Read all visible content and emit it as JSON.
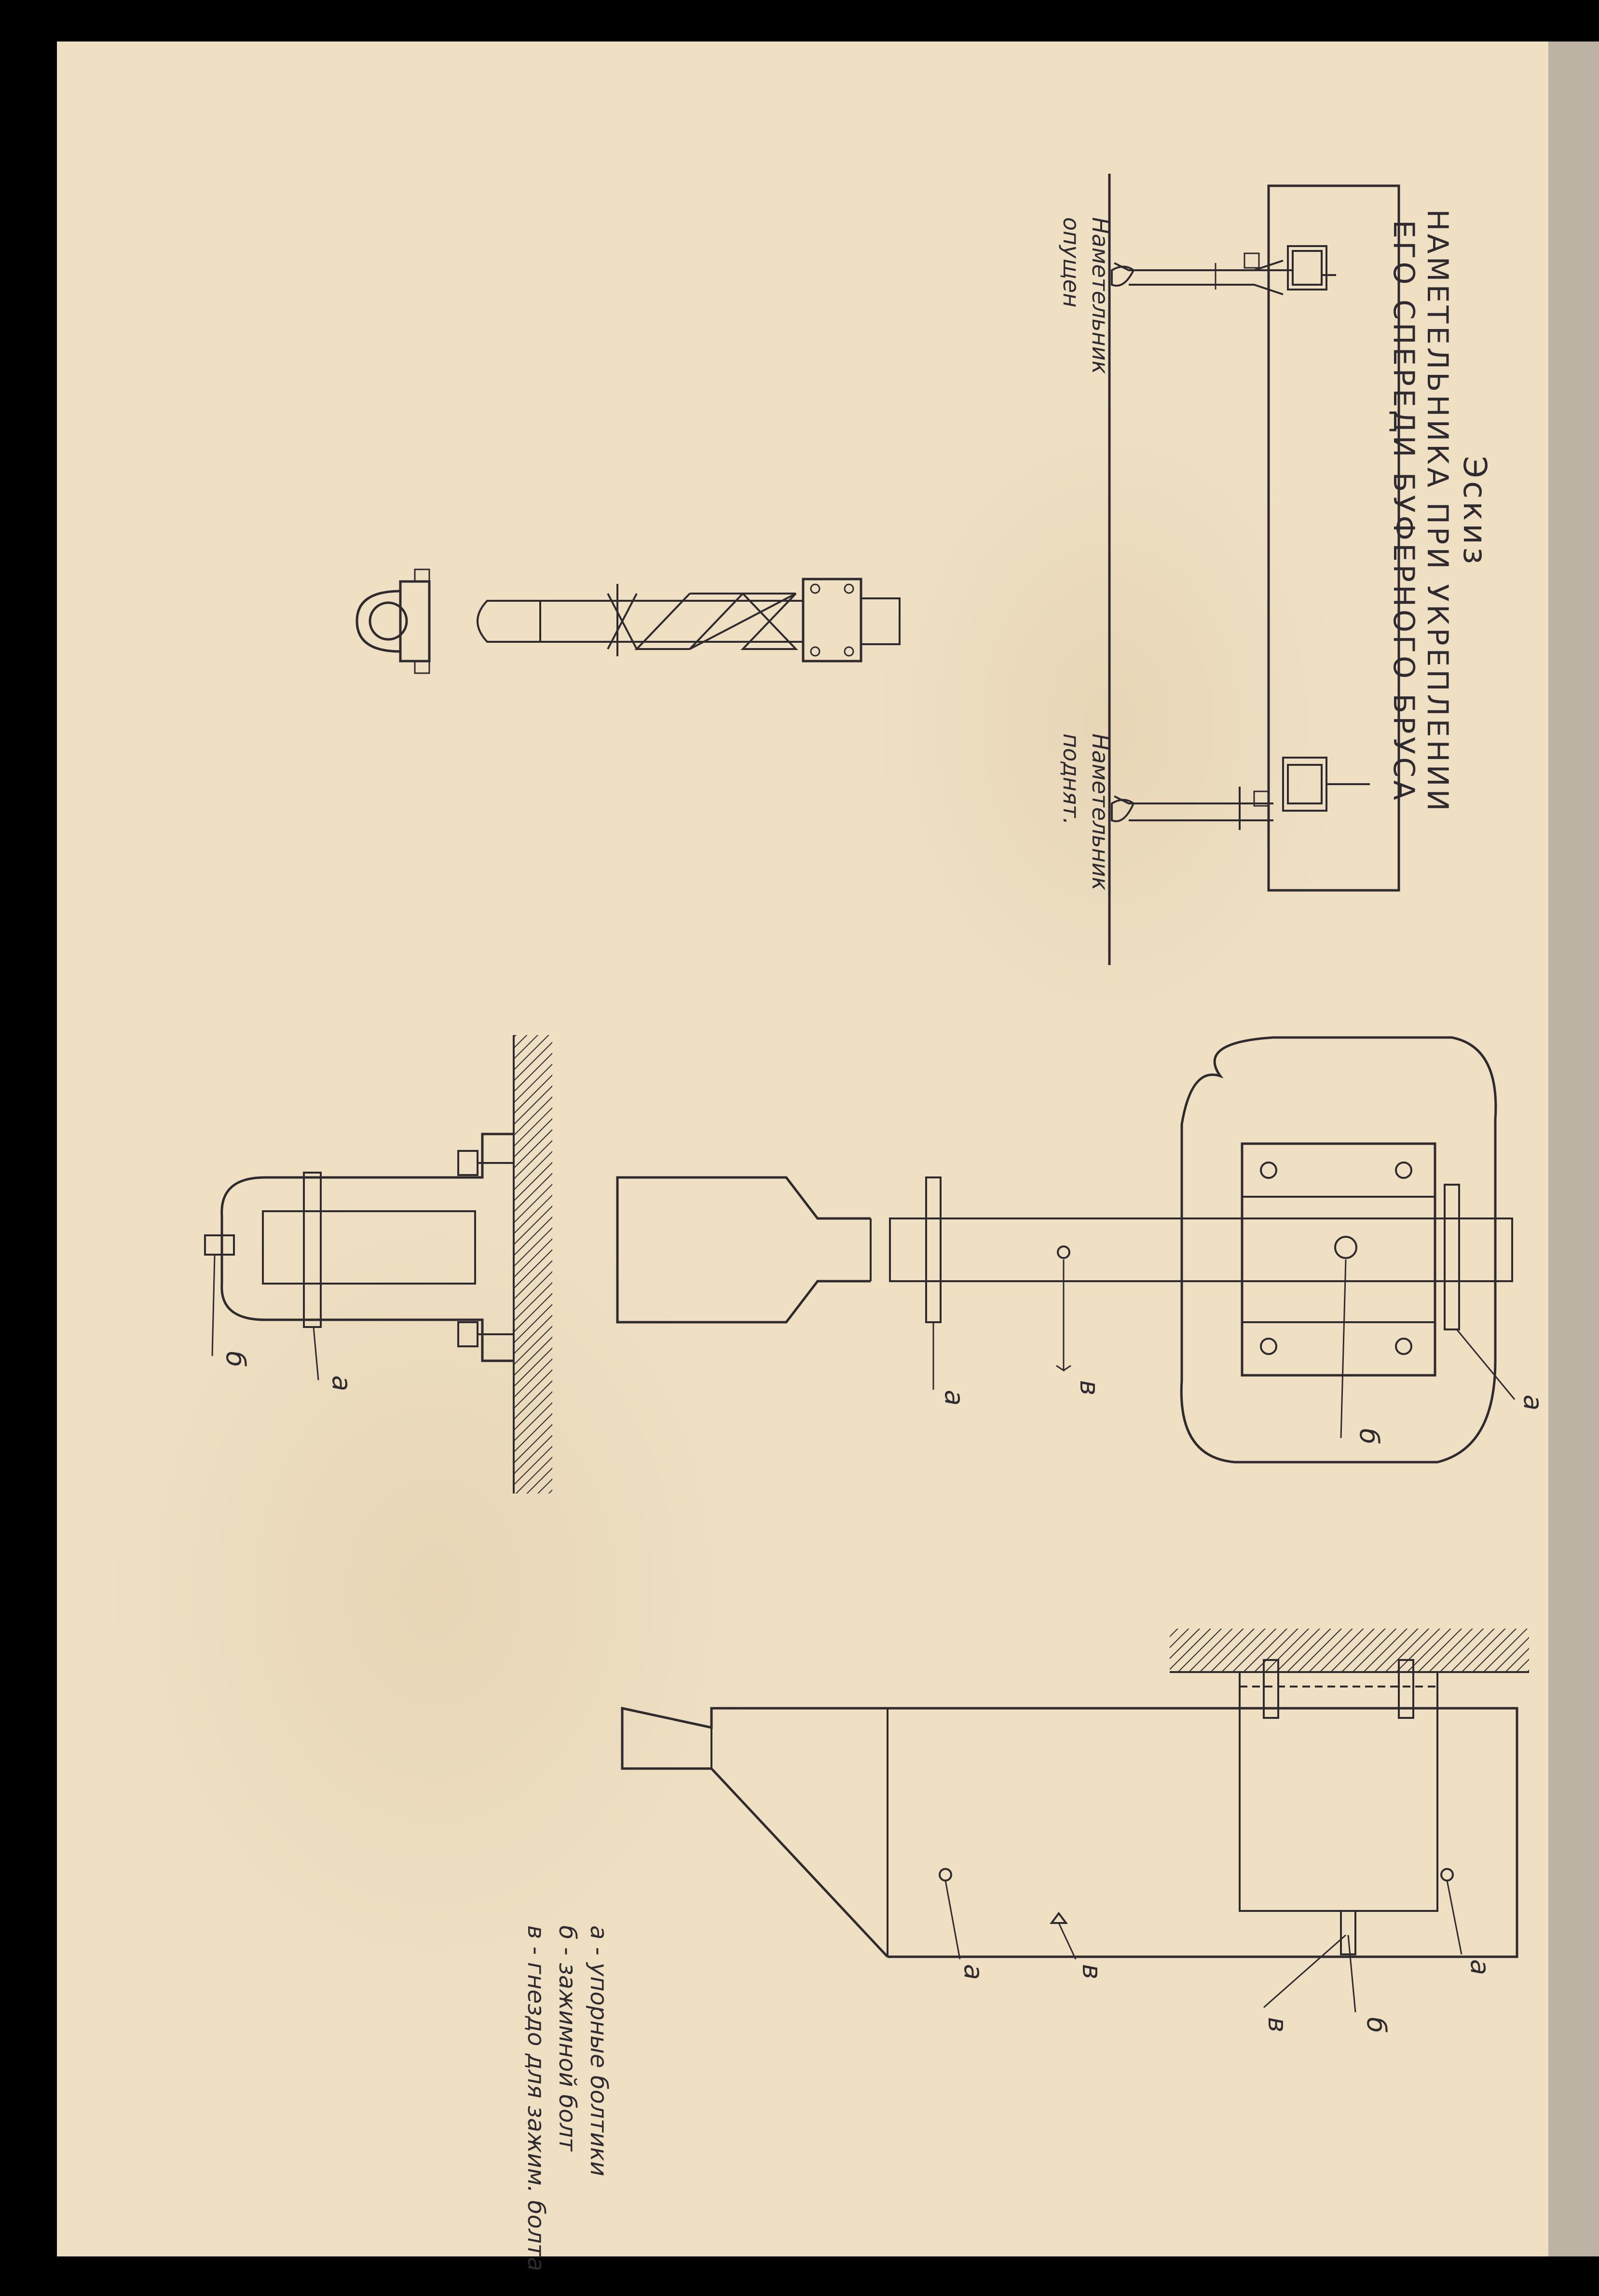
{
  "title": {
    "line1": "Эскиз",
    "line2": "НАМЕТЕЛЬНИКА ПРИ УКРЕПЛЕНИИ",
    "line3": "ЕГО СПЕРЕДИ БУФЕРНОГО БРУСА"
  },
  "labels": {
    "lowered": [
      "Наметельник",
      "опущен"
    ],
    "raised": [
      "Наметельник",
      "поднят."
    ],
    "a": "а",
    "b": "б",
    "v": "в"
  },
  "legend": [
    "а - упорные болтики",
    "б - зажимной болт",
    "в - гнездо для зажим. болта"
  ],
  "colors": {
    "paper": "#efe0c4",
    "ink": "#2f2a2e",
    "frame": "#000000"
  }
}
